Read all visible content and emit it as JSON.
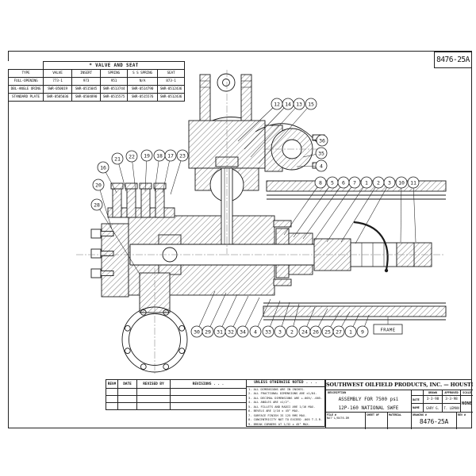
{
  "sheet": {
    "ref_number": "8476-25A"
  },
  "valve_seat_table": {
    "title": "* VALVE AND SEAT",
    "columns": [
      "TYPE",
      "VALVE",
      "INSERT",
      "SPRING",
      "S S SPRING",
      "SEAT"
    ],
    "rows": [
      [
        "FULL-OPENING",
        "773-1",
        "973",
        "951",
        "N/A",
        "873-1"
      ],
      [
        "DBL-ANGLE ORING",
        "SWR-050019",
        "SWR-0515045",
        "SWR-0513744",
        "SWR-0514790",
        "SWR-0512436"
      ],
      [
        "STANDARD PLATE",
        "SWR-0505036",
        "SWR-0504890",
        "SWR-0515575",
        "SWR-0515576",
        "SWR-0512436"
      ]
    ]
  },
  "revision_table": {
    "columns": [
      "REV#",
      "DATE",
      "REVISED BY",
      "REVISIONS . . ."
    ],
    "empty_row_count": 3
  },
  "notes": {
    "title": "UNLESS OTHERWISE NOTED . . .",
    "items": [
      "ALL DIMENSIONS ARE IN INCHES.",
      "ALL FRACTIONAL DIMENSIONS ARE ±1/64.",
      "ALL DECIMAL DIMENSIONS ARE +.005/-.005.",
      "ALL ANGLES ARE ±1/2°.",
      "ALL FILLETS AND RADII ARE 1/16 MAX.",
      "BEVELS ARE 1/16 x 45° MAX.",
      "SURFACE FINISH IS 125 RMS MAX.",
      "CONCENTRICITY NOT TO EXCEED .005 T.I.R.",
      "BREAK CORNERS AT 1/32 x 45° MAX."
    ]
  },
  "title_block": {
    "company": "SOUTHWEST OILFIELD PRODUCTS, INC. — HOUSTON,TX.",
    "description_label": "DESCRIPTION",
    "description_line1": "ASSEMBLY FOR 7500 psi",
    "description_line2": "12P-160 NATIONAL SWFE",
    "drawn_header": "DRAWN",
    "approved_header": "APPROVED",
    "scale_header": "SCALE",
    "date_label": "DATE",
    "drawn_date": "3-3-98",
    "approved_date": "3-3-98",
    "name_label": "NAME",
    "drawn_name": "GARY G.",
    "approved_name": "T. LEMAN",
    "scale_value": "NONE",
    "file_label": "FILE #",
    "file_value": "NAT'L/8476-DR",
    "sheet_label": "SHEET  OF",
    "material_label": "MATERIAL",
    "drawing_no_label": "DRAWING #",
    "drawing_no": "8476-25A",
    "rev_label": "REV #"
  },
  "drawing": {
    "frame_label": "FRAME",
    "callouts": [
      [
        "12",
        349,
        131,
        300,
        178
      ],
      [
        "14",
        363,
        131,
        308,
        188
      ],
      [
        "13",
        377,
        131,
        316,
        198
      ],
      [
        "15",
        392,
        131,
        326,
        206
      ],
      [
        "36",
        406,
        177,
        394,
        176
      ],
      [
        "35",
        405,
        193,
        382,
        198
      ],
      [
        "4",
        405,
        209,
        374,
        210
      ],
      [
        "8",
        404,
        230,
        358,
        296
      ],
      [
        "5",
        419,
        230,
        370,
        299
      ],
      [
        "6",
        433,
        230,
        382,
        301
      ],
      [
        "7",
        447,
        230,
        396,
        303
      ],
      [
        "1",
        462,
        230,
        412,
        305
      ],
      [
        "2",
        477,
        230,
        430,
        305
      ],
      [
        "3",
        491,
        230,
        448,
        307
      ],
      [
        "10",
        506,
        230,
        505,
        305
      ],
      [
        "11",
        521,
        230,
        524,
        305
      ],
      [
        "16",
        130,
        211,
        147,
        243
      ],
      [
        "21",
        148,
        200,
        159,
        241
      ],
      [
        "22",
        166,
        197,
        171,
        241
      ],
      [
        "19",
        185,
        196,
        183,
        241
      ],
      [
        "18",
        201,
        196,
        195,
        241
      ],
      [
        "17",
        215,
        196,
        205,
        243
      ],
      [
        "23",
        230,
        196,
        215,
        245
      ],
      [
        "20",
        124,
        233,
        141,
        289
      ],
      [
        "28",
        122,
        258,
        177,
        347
      ],
      [
        "30",
        248,
        418,
        271,
        367
      ],
      [
        "29",
        262,
        418,
        285,
        369
      ],
      [
        "31",
        277,
        418,
        299,
        371
      ],
      [
        "32",
        291,
        418,
        313,
        373
      ],
      [
        "34",
        306,
        418,
        327,
        375
      ],
      [
        "4",
        322,
        418,
        341,
        377
      ],
      [
        "33",
        338,
        418,
        353,
        379
      ],
      [
        "3",
        353,
        418,
        365,
        381
      ],
      [
        "2",
        368,
        418,
        377,
        383
      ],
      [
        "24",
        384,
        418,
        397,
        387
      ],
      [
        "26",
        398,
        418,
        413,
        389
      ],
      [
        "25",
        413,
        418,
        429,
        391
      ],
      [
        "27",
        427,
        418,
        441,
        393
      ],
      [
        "1",
        442,
        418,
        453,
        395
      ],
      [
        "9",
        457,
        418,
        465,
        397
      ]
    ]
  }
}
